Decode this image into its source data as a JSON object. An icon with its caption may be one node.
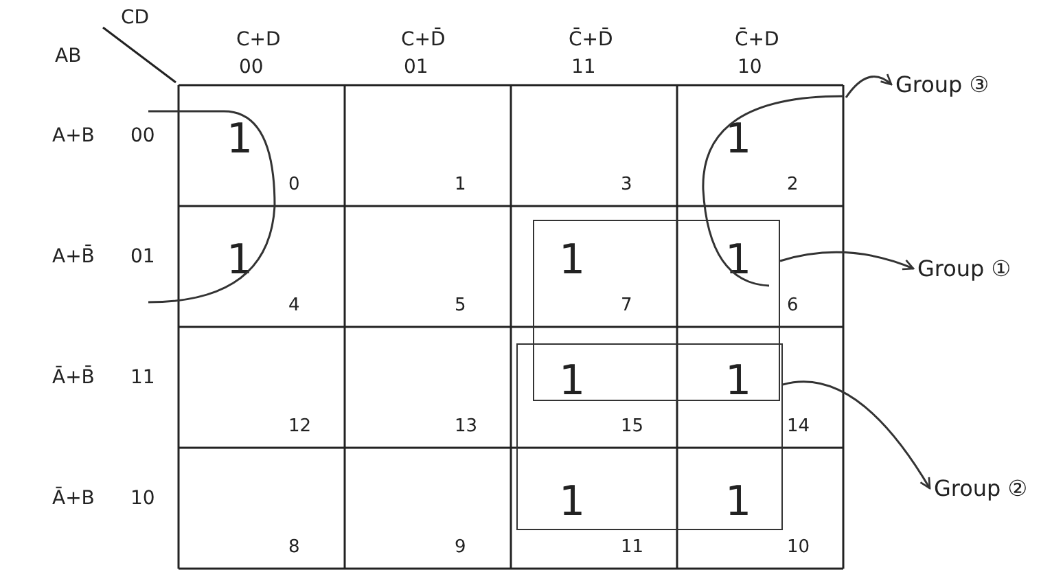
{
  "diagram": {
    "nodes": [
      {
        "text": [],
        "shape": "curve"
      },
      {
        "text": [],
        "shape": "curve"
      },
      {
        "text": [],
        "shape": "box"
      },
      {
        "text": [],
        "shape": "box"
      },
      {
        "text": [
          "Group ③"
        ]
      },
      {
        "text": [
          "Group ①"
        ]
      },
      {
        "text": [
          "Group ②"
        ]
      }
    ],
    "edges": [
      {
        "from": 1,
        "to": 4,
        "arrow": "to"
      },
      {
        "from": 2,
        "to": 5,
        "arrow": "to"
      },
      {
        "from": 3,
        "to": 6,
        "arrow": "to"
      }
    ],
    "labels": [
      "CD",
      "AB",
      "C+D",
      "C+D̄",
      "C̄+D̄",
      "C̄+D",
      "00",
      "01",
      "11",
      "10",
      "A+B",
      "00",
      "1",
      "0",
      "1",
      "3",
      "1",
      "2",
      "A+B̄",
      "01",
      "1",
      "4",
      "5",
      "1",
      "7",
      "1",
      "6",
      "Ā+B̄",
      "11",
      "12",
      "13",
      "1",
      "15",
      "1",
      "14",
      "Ā+B",
      "10",
      "8",
      "9",
      "1",
      "11",
      "1",
      "10"
    ]
  }
}
